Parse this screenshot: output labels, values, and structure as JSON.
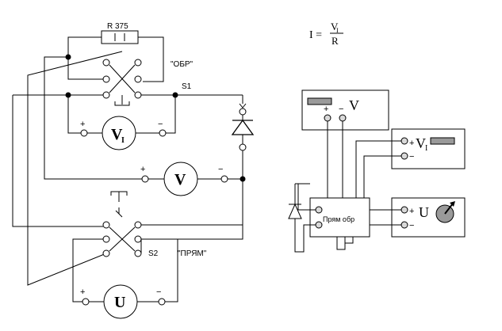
{
  "left": {
    "resistor_label": "R 375",
    "switch_top_label": "\"ОБР\"",
    "switch_top_name": "S1",
    "switch_bottom_name": "S2",
    "switch_bottom_label": "\"ПРЯМ\"",
    "meter_vi": "V",
    "meter_vi_sub": "I",
    "meter_v": "V",
    "meter_u": "U",
    "plus": "+",
    "minus": "−"
  },
  "formula": {
    "lhs": "I =",
    "numerator": "V",
    "numerator_sub": "I",
    "denominator": "R"
  },
  "right": {
    "plus": "+",
    "minus": "−",
    "device_v": "V",
    "device_vi": "V",
    "device_vi_sub": "I",
    "device_u": "U",
    "switch_block": "Прям обр"
  }
}
